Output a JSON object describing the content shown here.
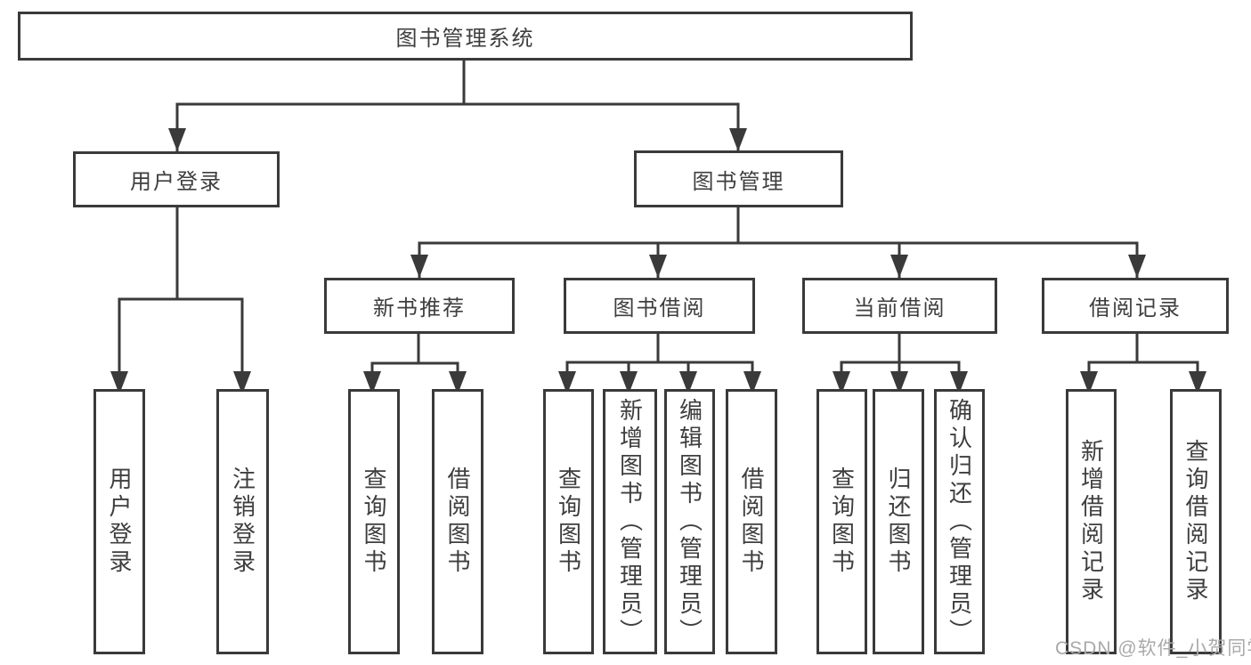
{
  "diagram": {
    "tree": {
      "label": "图书管理系统",
      "children": [
        {
          "label": "用户登录",
          "children": [
            {
              "label": "用户登录"
            },
            {
              "label": "注销登录"
            }
          ]
        },
        {
          "label": "图书管理",
          "children": [
            {
              "label": "新书推荐",
              "children": [
                {
                  "label": "查询图书"
                },
                {
                  "label": "借阅图书"
                }
              ]
            },
            {
              "label": "图书借阅",
              "children": [
                {
                  "label": "查询图书"
                },
                {
                  "label": "新增图书（管理员）"
                },
                {
                  "label": "编辑图书（管理员）"
                },
                {
                  "label": "借阅图书"
                }
              ]
            },
            {
              "label": "当前借阅",
              "children": [
                {
                  "label": "查询图书"
                },
                {
                  "label": "归还图书"
                },
                {
                  "label": "确认归还（管理员）"
                }
              ]
            },
            {
              "label": "借阅记录",
              "children": [
                {
                  "label": "新增借阅记录"
                },
                {
                  "label": "查询借阅记录"
                }
              ]
            }
          ]
        }
      ]
    }
  },
  "watermark": {
    "text": "CSDN @软件_小贺同学"
  },
  "colors": {
    "line": "#3a3a3a",
    "text": "#3e3e3e",
    "background": "#ffffff",
    "watermark": "#a9a9a9"
  }
}
